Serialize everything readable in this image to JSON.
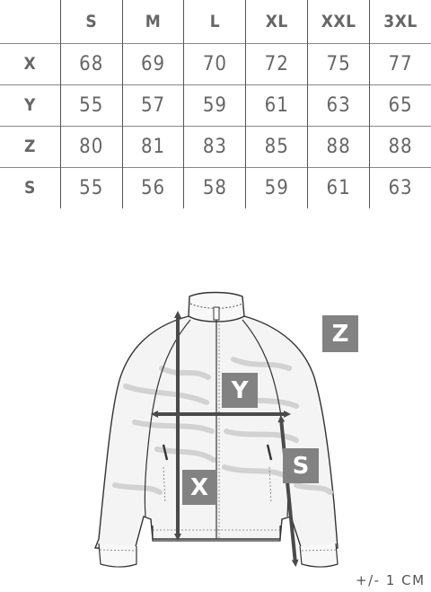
{
  "size_table": {
    "columns": [
      "S",
      "M",
      "L",
      "XL",
      "XXL",
      "3XL"
    ],
    "rows": [
      {
        "label": "X",
        "values": [
          "68",
          "69",
          "70",
          "72",
          "75",
          "77"
        ]
      },
      {
        "label": "Y",
        "values": [
          "55",
          "57",
          "59",
          "61",
          "63",
          "65"
        ]
      },
      {
        "label": "Z",
        "values": [
          "80",
          "81",
          "83",
          "85",
          "88",
          "88"
        ]
      },
      {
        "label": "S",
        "values": [
          "55",
          "56",
          "58",
          "59",
          "61",
          "63"
        ]
      }
    ]
  },
  "diagram": {
    "labels": {
      "z": "Z",
      "y": "Y",
      "s": "S",
      "x": "X"
    },
    "label_box_color": "#828282",
    "arrow_color": "#4a4a4a"
  },
  "tolerance": "+/- 1 CM"
}
